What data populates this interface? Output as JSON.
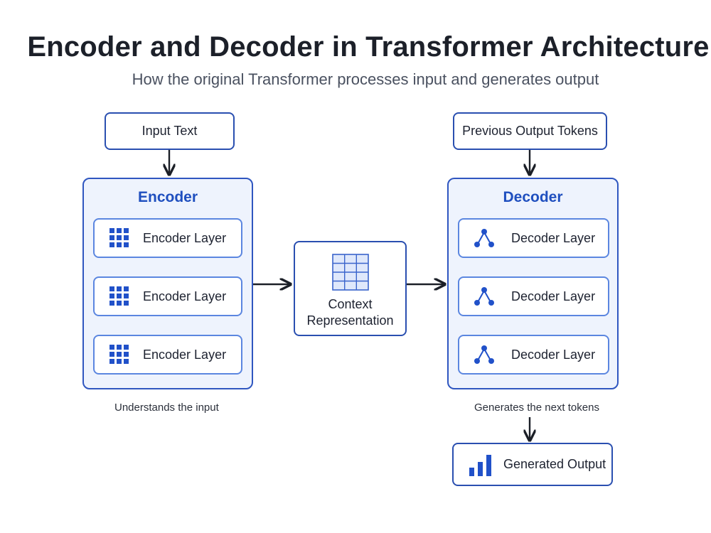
{
  "title": "Encoder and Decoder in Transformer Architecture",
  "subtitle": "How the original Transformer processes input and generates output",
  "input_box": {
    "label": "Input Text"
  },
  "prev_tokens_box": {
    "label": "Previous Output Tokens"
  },
  "encoder": {
    "title": "Encoder",
    "layers": [
      "Encoder Layer",
      "Encoder Layer",
      "Encoder Layer"
    ],
    "layer_icon": "grid-icon",
    "caption": "Understands the input"
  },
  "context": {
    "line1": "Context",
    "line2": "Representation",
    "icon": "matrix-grid-icon"
  },
  "decoder": {
    "title": "Decoder",
    "layers": [
      "Decoder Layer",
      "Decoder Layer",
      "Decoder Layer"
    ],
    "layer_icon": "node-tree-icon",
    "caption": "Generates the next tokens"
  },
  "output_box": {
    "label": "Generated Output",
    "icon": "bar-chart-icon"
  },
  "colors": {
    "accent": "#1f4fbf",
    "icon_blue": "#2151c9",
    "panel_bg": "#eef3fd",
    "arrow": "#1b1f27"
  }
}
